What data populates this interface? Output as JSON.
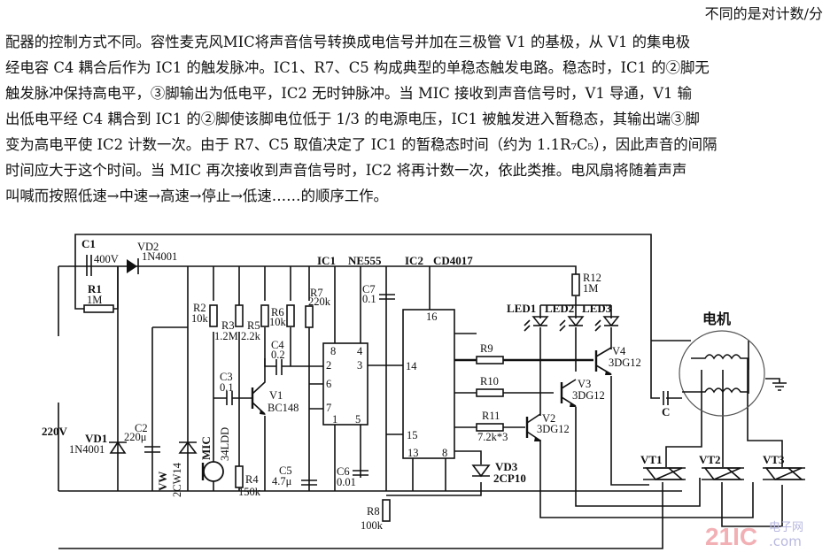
{
  "document": {
    "header_fragment": "不同的是对计数/分",
    "paragraph_lines": [
      "配器的控制方式不同。容性麦克风MIC将声音信号转换成电信号并加在三极管 V1 的基极，从 V1 的集电极",
      "经电容 C4 耦合后作为 IC1 的触发脉冲。IC1、R7、C5 构成典型的单稳态触发电路。稳态时，IC1 的②脚无",
      "触发脉冲保持高电平，③脚输出为低电平，IC2 无时钟脉冲。当 MIC 接收到声音信号时，V1 导通，V1 输",
      "出低电平经 C4 耦合到 IC1 的②脚使该脚电位低于 1/3 的电源电压，IC1 被触发进入暂稳态，其输出端③脚",
      "变为高电平使 IC2 计数一次。由于 R7、C5 取值决定了 IC1 的暂稳态时间（约为 1.1R₇C₅），因此声音的间隔",
      "时间应大于这个时间。当 MIC 再次接收到声音信号时，IC2 将再计数一次，依此类推。电风扇将随着声声",
      "叫喊而按照低速→中速→高速→停止→低速……的顺序工作。"
    ]
  },
  "schematic": {
    "supply_label": "220V",
    "motor_label": "电机",
    "components": {
      "C1": {
        "name": "C1",
        "value": "400V"
      },
      "VD2": {
        "name": "VD2",
        "value": "1N4001"
      },
      "R1": {
        "name": "R1",
        "value": "1M"
      },
      "R2": {
        "name": "R2",
        "value": "10k"
      },
      "R3": {
        "name": "R3",
        "value": "1.2M"
      },
      "R5": {
        "name": "R5",
        "value": "2.2k"
      },
      "R6": {
        "name": "R6",
        "value": "10k"
      },
      "R7": {
        "name": "R7",
        "value": "220k"
      },
      "C4": {
        "name": "C4",
        "value": "0.2"
      },
      "C3": {
        "name": "C3",
        "value": "0.1"
      },
      "V1": {
        "name": "V1",
        "value": "BC148"
      },
      "VD1": {
        "name": "VD1",
        "value": "1N4001"
      },
      "C2": {
        "name": "C2",
        "value": "220μ"
      },
      "VW": {
        "name": "VW",
        "value": "2CW14"
      },
      "MIC": {
        "name": "MIC",
        "value": "34LDD"
      },
      "R4": {
        "name": "R4",
        "value": "150k"
      },
      "C5": {
        "name": "C5",
        "value": "4.7μ"
      },
      "C6": {
        "name": "C6",
        "value": "0.01"
      },
      "C7": {
        "name": "C7",
        "value": "0.1"
      },
      "R8": {
        "name": "R8",
        "value": "100k"
      },
      "IC1": {
        "name": "IC1",
        "value": "NE555"
      },
      "IC2": {
        "name": "IC2",
        "value": "CD4017"
      },
      "R9": {
        "name": "R9"
      },
      "R10": {
        "name": "R10"
      },
      "R11": {
        "name": "R11",
        "value": "7.2k*3"
      },
      "R12": {
        "name": "R12",
        "value": "1M"
      },
      "LED1": {
        "name": "LED1"
      },
      "LED2": {
        "name": "LED2"
      },
      "LED3": {
        "name": "LED3"
      },
      "V2": {
        "name": "V2",
        "value": "3DG12"
      },
      "V3": {
        "name": "V3",
        "value": "3DG12"
      },
      "V4": {
        "name": "V4",
        "value": "3DG12"
      },
      "VD3": {
        "name": "VD3",
        "value": "2CP10"
      },
      "C": {
        "name": "C"
      },
      "VT1": {
        "name": "VT1"
      },
      "VT2": {
        "name": "VT2"
      },
      "VT3": {
        "name": "VT3"
      }
    },
    "ic1_pins": [
      "8",
      "4",
      "2",
      "3",
      "6",
      "7",
      "1",
      "5"
    ],
    "ic2_pins": [
      "16",
      "14",
      "15",
      "13",
      "8"
    ]
  },
  "watermark": {
    "brand": "21IC",
    "cn": "电子网",
    "domain": ".com"
  }
}
